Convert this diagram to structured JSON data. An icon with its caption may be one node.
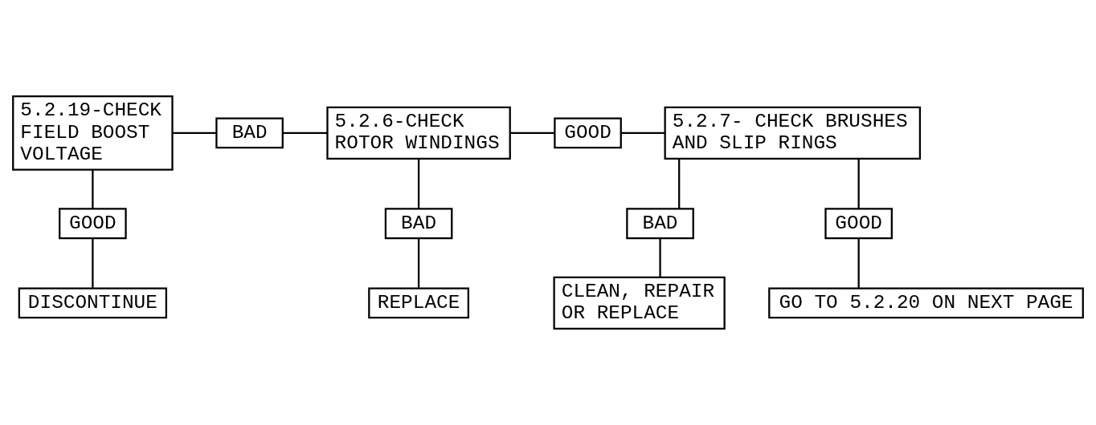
{
  "diagram": {
    "nodes": [
      {
        "text": [
          "5.2.19-CHECK FIELD BOOST VOLTAGE"
        ]
      },
      {
        "text": [
          "BAD"
        ]
      },
      {
        "text": [
          "5.2.6-CHECK ROTOR WINDINGS"
        ]
      },
      {
        "text": [
          "GOOD"
        ]
      },
      {
        "text": [
          "5.2.7- CHECK BRUSHES AND SLIP RINGS"
        ]
      },
      {
        "text": [
          "GOOD"
        ]
      },
      {
        "text": [
          "BAD"
        ]
      },
      {
        "text": [
          "BAD"
        ]
      },
      {
        "text": [
          "DISCONTINUE"
        ]
      },
      {
        "text": [
          "REPLACE"
        ]
      },
      {
        "text": [
          "CLEAN, REPAIR OR REPLACE"
        ]
      },
      {
        "text": [
          "GOOD"
        ]
      },
      {
        "text": [
          "GO TO 5.2.20 ON NEXT PAGE"
        ]
      }
    ],
    "edges": [
      {
        "from": 0,
        "to": 1,
        "arrow": "none"
      },
      {
        "from": 1,
        "to": 2,
        "arrow": "none"
      },
      {
        "from": 2,
        "to": 3,
        "arrow": "none"
      },
      {
        "from": 3,
        "to": 4,
        "arrow": "none"
      },
      {
        "from": 0,
        "to": 5,
        "arrow": "none"
      },
      {
        "from": 5,
        "to": 8,
        "arrow": "none"
      },
      {
        "from": 2,
        "to": 6,
        "arrow": "none"
      },
      {
        "from": 6,
        "to": 9,
        "arrow": "none"
      },
      {
        "from": 4,
        "to": 7,
        "arrow": "none"
      },
      {
        "from": 7,
        "to": 10,
        "arrow": "none"
      },
      {
        "from": 4,
        "to": 11,
        "arrow": "none"
      },
      {
        "from": 11,
        "to": 12,
        "arrow": "none"
      }
    ]
  }
}
